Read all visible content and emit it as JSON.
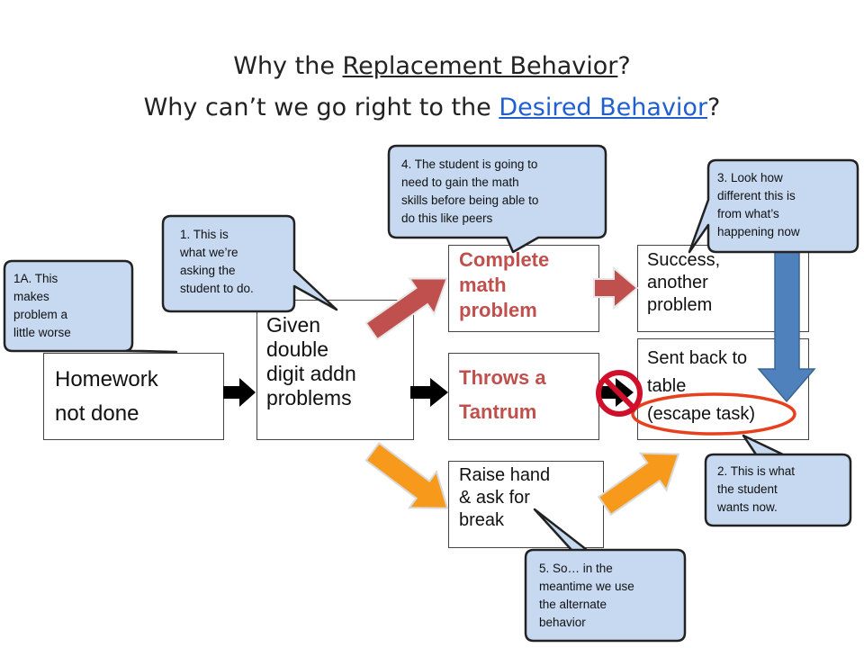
{
  "title": {
    "line1_prefix": "Why the ",
    "line1_link": "Replacement Behavior",
    "line1_suffix": "?",
    "line2_prefix": "Why can’t we go right to the ",
    "line2_link": "Desired Behavior",
    "line2_suffix": "?"
  },
  "boxes": {
    "antecedent": [
      "Homework",
      "not done"
    ],
    "setting": [
      "Given",
      "double",
      "digit addn",
      "problems"
    ],
    "desired": [
      "Complete",
      "math",
      "problem"
    ],
    "problem": [
      "Throws a",
      "Tantrum"
    ],
    "replacement": [
      "Raise hand",
      "& ask for",
      "break"
    ],
    "desired_outcome": [
      "Success,",
      "another",
      "problem"
    ],
    "problem_outcome": [
      "Sent back to",
      "table",
      "(escape task)"
    ]
  },
  "callouts": {
    "c1a": [
      "1A. This",
      "makes",
      "problem a",
      "little worse"
    ],
    "c1": [
      "1. This is",
      "what we’re",
      "asking the",
      "student to do."
    ],
    "c4": [
      "4. The student is going to",
      "need to gain the math",
      "skills before being able to",
      "do this like peers"
    ],
    "c3": [
      "3. Look how",
      "different this is",
      "from what’s",
      "happening now"
    ],
    "c2": [
      "2. This is what",
      "the student",
      "wants now."
    ],
    "c5": [
      "5. So… in the",
      "meantime we use",
      "the alternate",
      "behavior"
    ]
  },
  "colors": {
    "desired_text": "#c0504d",
    "callout_fill": "#c6d9f1",
    "red_arrow": "#c0504d",
    "orange_arrow": "#f79a1c",
    "blue_arrow": "#4f81bd",
    "highlight_ellipse": "#e8401c",
    "no_sign": "#d0102a"
  },
  "icons": [
    "no-symbol-icon",
    "black-arrow-icon",
    "red-arrow-icon",
    "orange-arrow-icon",
    "blue-down-arrow-icon"
  ]
}
